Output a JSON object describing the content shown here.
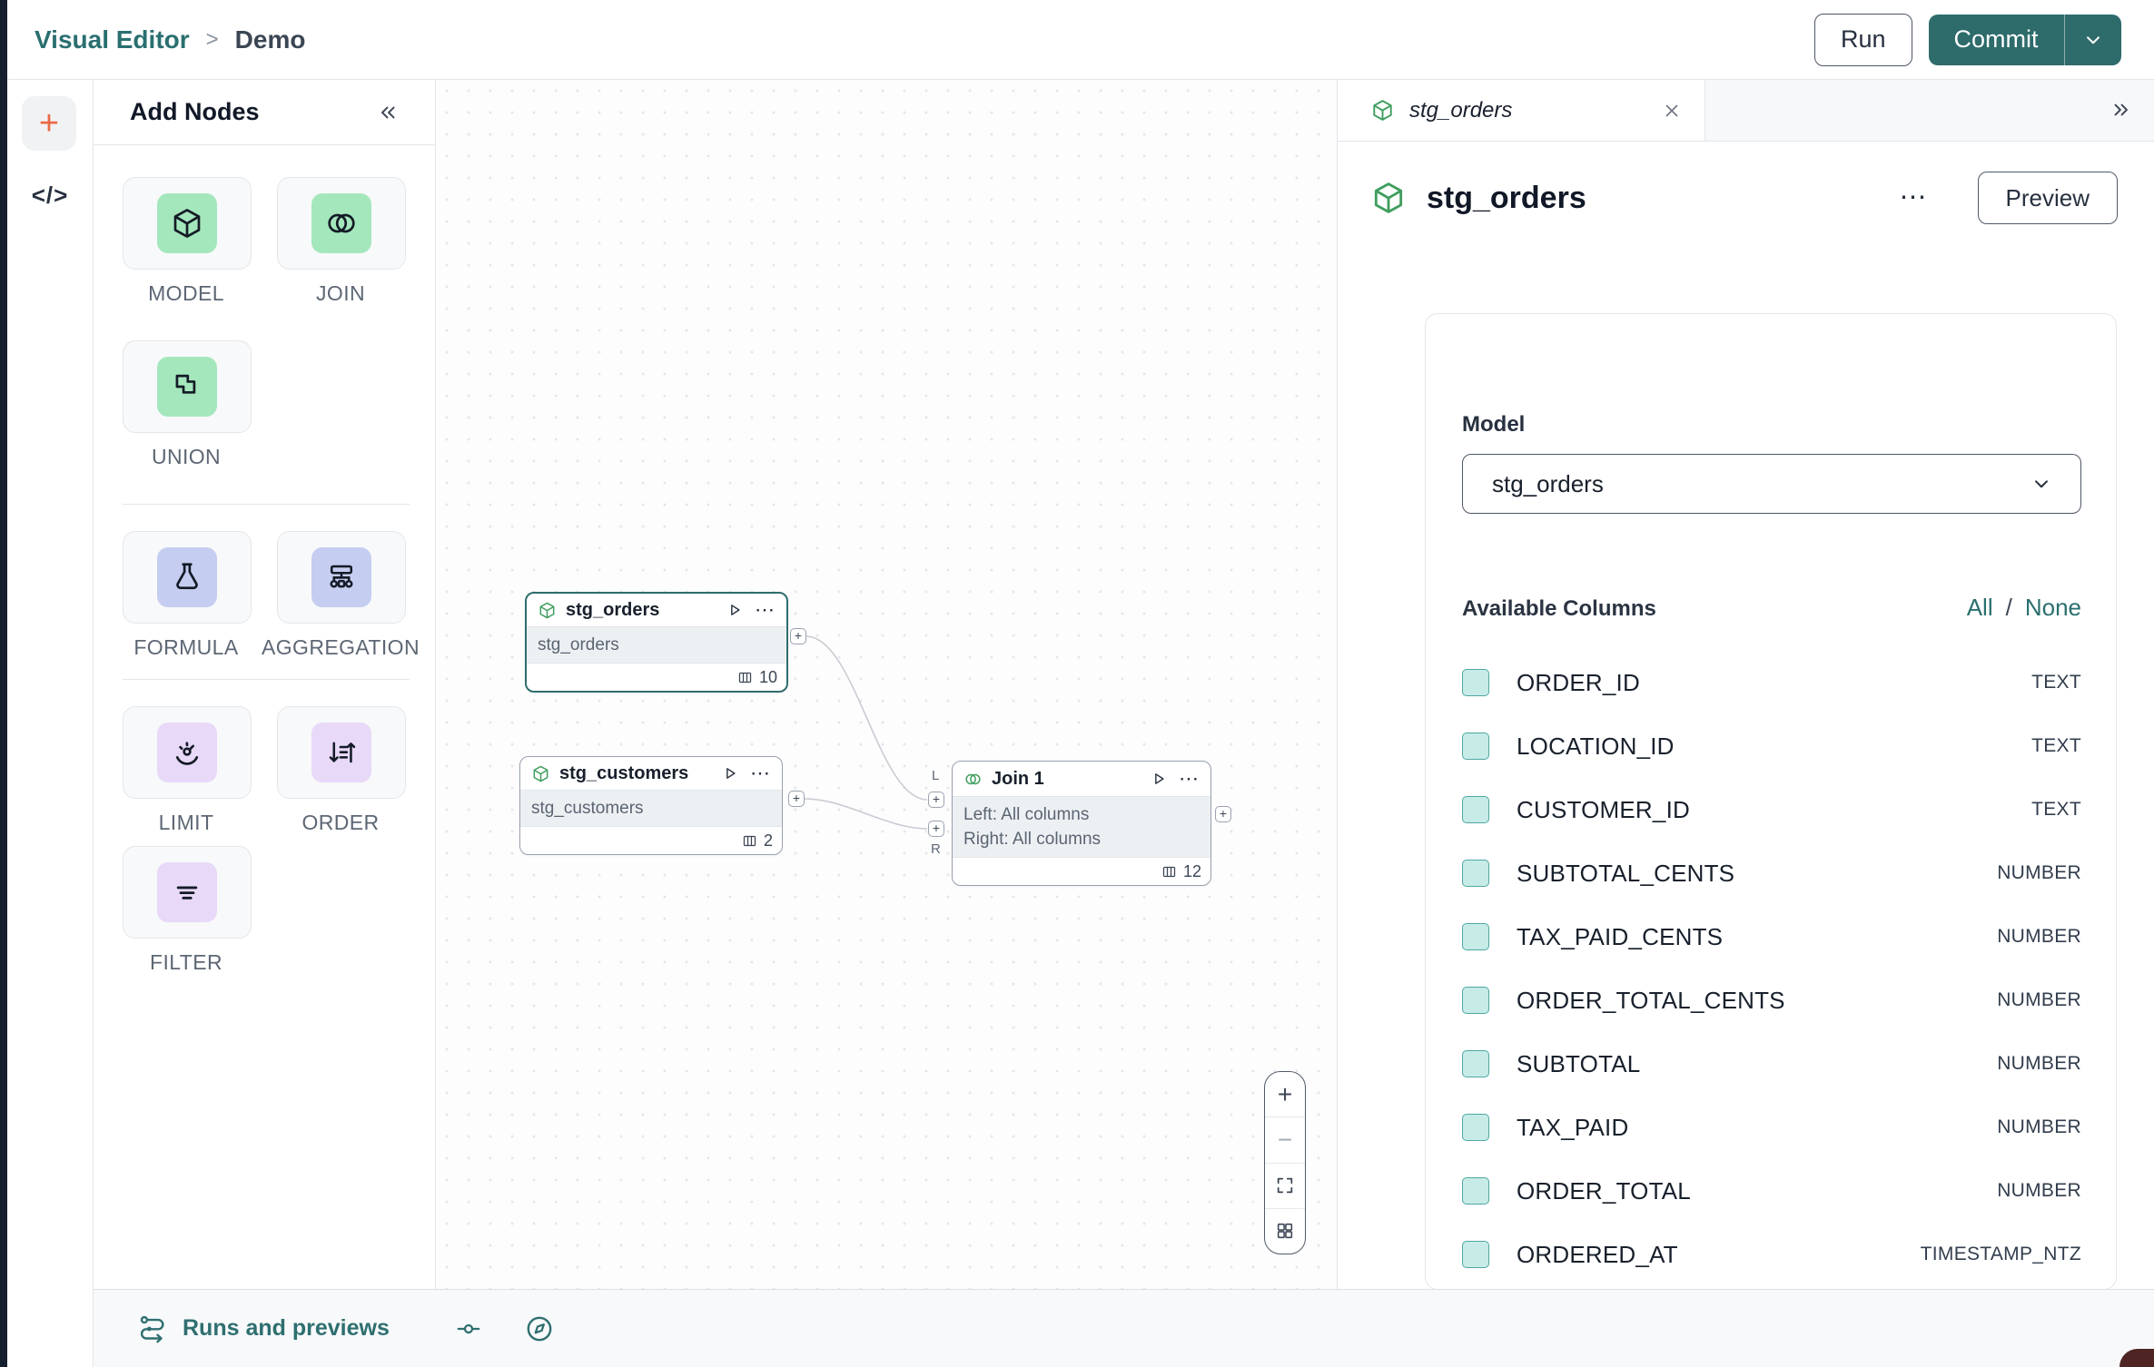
{
  "topbar": {
    "breadcrumb_root": "Visual Editor",
    "breadcrumb_sep": ">",
    "breadcrumb_current": "Demo",
    "run_label": "Run",
    "commit_label": "Commit"
  },
  "left_rail": {
    "icons": [
      "plus-icon",
      "code-icon"
    ]
  },
  "add_nodes": {
    "title": "Add Nodes",
    "collapse_icon": "chevrons-left-icon",
    "items": [
      {
        "label": "MODEL",
        "icon": "cube-icon",
        "tint": "green"
      },
      {
        "label": "JOIN",
        "icon": "venn-circles-icon",
        "tint": "green"
      },
      {
        "label": "UNION",
        "icon": "union-squares-icon",
        "tint": "green"
      },
      {
        "label": "FORMULA",
        "icon": "flask-icon",
        "tint": "periwinkle"
      },
      {
        "label": "AGGREGATION",
        "icon": "sitemap-icon",
        "tint": "periwinkle"
      },
      {
        "label": "LIMIT",
        "icon": "gauge-icon",
        "tint": "purple"
      },
      {
        "label": "ORDER",
        "icon": "sort-arrows-icon",
        "tint": "purple"
      },
      {
        "label": "FILTER",
        "icon": "filter-lines-icon",
        "tint": "purple"
      }
    ]
  },
  "canvas": {
    "nodes": [
      {
        "title": "stg_orders",
        "subtitle": "stg_orders",
        "column_count": "10",
        "selected": true,
        "icon": "cube-icon"
      },
      {
        "title": "stg_customers",
        "subtitle": "stg_customers",
        "column_count": "2",
        "selected": false,
        "icon": "cube-icon"
      },
      {
        "title": "Join 1",
        "body_line1": "Left: All columns",
        "body_line2": "Right: All columns",
        "column_count": "12",
        "input_left_label": "L",
        "input_right_label": "R",
        "selected": false,
        "icon": "venn-circles-icon"
      }
    ],
    "zoom_controls": [
      "zoom-in-icon",
      "zoom-out-icon",
      "fit-view-icon",
      "grid-icon"
    ]
  },
  "right_panel": {
    "tab_label": "stg_orders",
    "title": "stg_orders",
    "preview_label": "Preview",
    "model_label": "Model",
    "model_value": "stg_orders",
    "columns_title": "Available Columns",
    "select_all_label": "All",
    "select_separator": "/",
    "select_none_label": "None",
    "columns": [
      {
        "name": "ORDER_ID",
        "type": "TEXT"
      },
      {
        "name": "LOCATION_ID",
        "type": "TEXT"
      },
      {
        "name": "CUSTOMER_ID",
        "type": "TEXT"
      },
      {
        "name": "SUBTOTAL_CENTS",
        "type": "NUMBER"
      },
      {
        "name": "TAX_PAID_CENTS",
        "type": "NUMBER"
      },
      {
        "name": "ORDER_TOTAL_CENTS",
        "type": "NUMBER"
      },
      {
        "name": "SUBTOTAL",
        "type": "NUMBER"
      },
      {
        "name": "TAX_PAID",
        "type": "NUMBER"
      },
      {
        "name": "ORDER_TOTAL",
        "type": "NUMBER"
      },
      {
        "name": "ORDERED_AT",
        "type": "TIMESTAMP_NTZ"
      }
    ]
  },
  "bottom_bar": {
    "runs_label": "Runs and previews",
    "icons": [
      "runs-icon",
      "commit-node-icon",
      "compass-icon"
    ]
  },
  "glyphs": {
    "plus": "+",
    "minus": "−",
    "dots": "⋯",
    "code": "</>"
  },
  "colors": {
    "accent_teal": "#2E6B6B",
    "link_teal": "#2A6F70",
    "coral": "#EB6A47",
    "node_icon_green": "#3F9E5E",
    "tint_green": "#A5E7BD",
    "tint_periwinkle": "#C5CDF1",
    "tint_purple": "#E8D9F8",
    "checkbox_fill": "#C7EBE7",
    "checkbox_border": "#4FA8A1",
    "dark_strip": "#161F2D"
  }
}
